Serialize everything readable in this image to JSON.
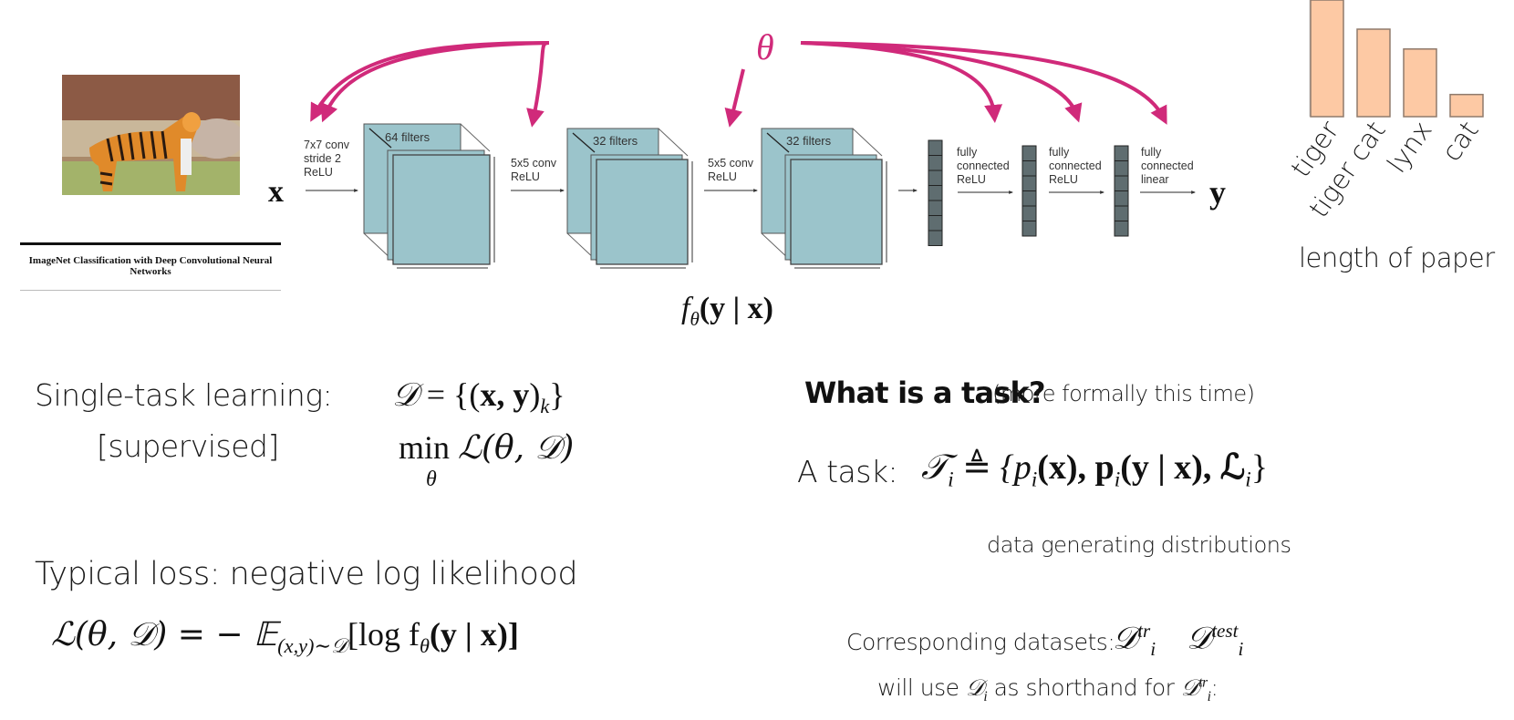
{
  "diagram": {
    "input_image": {
      "icon": "tiger-photo",
      "description": "photo of a tiger"
    },
    "paper_title": "ImageNet Classification with Deep Convolutional Neural Networks",
    "input_symbol": "x",
    "output_symbol": "y",
    "parameter_symbol": "θ",
    "function_label": {
      "f": "f",
      "sub": "θ",
      "args": "(y | x)"
    },
    "layers": [
      {
        "type": "conv",
        "op_label": [
          "7x7 conv",
          "stride 2",
          "ReLU"
        ],
        "filters_label": "64 filters"
      },
      {
        "type": "conv",
        "op_label": [
          "5x5 conv",
          "ReLU"
        ],
        "filters_label": "32 filters"
      },
      {
        "type": "conv",
        "op_label": [
          "5x5 conv",
          "ReLU"
        ],
        "filters_label": "32 filters"
      },
      {
        "type": "fc",
        "op_label": [
          "fully",
          "connected",
          "ReLU"
        ]
      },
      {
        "type": "fc",
        "op_label": [
          "fully",
          "connected",
          "ReLU"
        ]
      },
      {
        "type": "fc",
        "op_label": [
          "fully",
          "connected",
          "linear"
        ]
      }
    ],
    "colors": {
      "conv_fill": "#9bc4cb",
      "fc_fill": "#5f6d70",
      "arrow_magenta": "#d02a7a",
      "bar_fill": "#fdc9a4"
    }
  },
  "chart_data": {
    "type": "bar",
    "title": "",
    "categories": [
      "tiger",
      "tiger cat",
      "lynx",
      "cat"
    ],
    "values": [
      1.0,
      0.75,
      0.58,
      0.19
    ],
    "xlabel": "length of paper",
    "ylabel": "",
    "ylim": [
      0,
      1.0
    ],
    "grid": false
  },
  "left_panel": {
    "single_task_label": "Single-task learning:",
    "supervised_label": "[supervised]",
    "dataset_eq": {
      "lhs": "𝒟",
      "rhs_pre": "= {(",
      "vars": "x, y",
      "rhs_post": ")",
      "sub": "k",
      "close": "}"
    },
    "objective_eq": {
      "op": "min",
      "op_sub": "θ",
      "body": "ℒ(θ, 𝒟)"
    },
    "typical_loss_label": "Typical loss: negative log likelihood",
    "loss_eq": {
      "lhs": "ℒ(θ, 𝒟) = − 𝔼",
      "sub": "(x,y)∼𝒟",
      "rhs_pre": "[log f",
      "rhs_sub": "θ",
      "rhs_post": "(y | x)]"
    }
  },
  "right_panel": {
    "question": "What is a task?",
    "question_note": "(more formally this time)",
    "task_label": "A task:",
    "task_eq": {
      "lhs": "𝒯",
      "lhs_sub": "i",
      "def": "≜",
      "body_pre": "{p",
      "s1": "i",
      "b1": "(x), p",
      "s2": "i",
      "b2": "(y | x), ℒ",
      "s3": "i",
      "body_post": "}"
    },
    "data_gen_label": "data generating distributions",
    "corresponding_label": "Corresponding datasets:",
    "datasets": [
      {
        "sym": "𝒟",
        "sup": "tr",
        "sub": "i"
      },
      {
        "sym": "𝒟",
        "sup": "test",
        "sub": "i"
      }
    ],
    "shorthand": {
      "pre": "will use ",
      "sym": "𝒟",
      "sub": "i",
      "mid": " as shorthand for ",
      "sym2": "𝒟",
      "sup2": "tr",
      "sub2": "i",
      "post": ":"
    }
  }
}
